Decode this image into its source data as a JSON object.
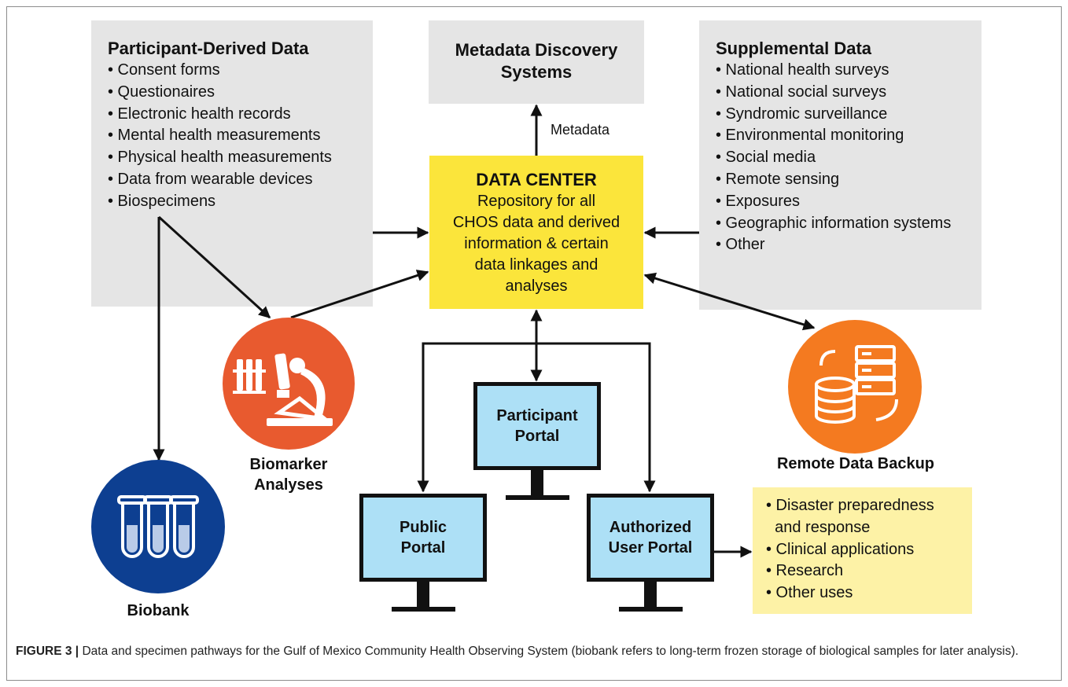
{
  "participant": {
    "title": "Participant-Derived Data",
    "items": [
      "• Consent forms",
      "• Questionaires",
      "• Electronic health records",
      "• Mental health measurements",
      "• Physical health measurements",
      "• Data from wearable devices",
      "• Biospecimens"
    ]
  },
  "metadata_systems": {
    "line1": "Metadata Discovery",
    "line2": "Systems"
  },
  "metadata_label": "Metadata",
  "supplemental": {
    "title": "Supplemental Data",
    "items": [
      "• National health surveys",
      "• National social surveys",
      "• Syndromic surveillance",
      "• Environmental monitoring",
      "• Social media",
      "• Remote sensing",
      "• Exposures",
      "• Geographic information systems",
      "• Other"
    ]
  },
  "data_center": {
    "title": "DATA CENTER",
    "lines": [
      "Repository for all",
      "CHOS data and derived",
      "information & certain",
      "data linkages and",
      "analyses"
    ]
  },
  "biomarker": {
    "line1": "Biomarker",
    "line2": "Analyses"
  },
  "biobank": {
    "label": "Biobank"
  },
  "remote_backup": {
    "label": "Remote Data Backup"
  },
  "portals": {
    "participant": {
      "line1": "Participant",
      "line2": "Portal"
    },
    "public": {
      "line1": "Public",
      "line2": "Portal"
    },
    "authorized": {
      "line1": "Authorized",
      "line2": "User Portal"
    }
  },
  "uses": {
    "items": [
      "• Disaster preparedness",
      "  and response",
      "• Clinical applications",
      "• Research",
      "• Other uses"
    ]
  },
  "caption": {
    "label": "FIGURE 3 |",
    "text": " Data and specimen pathways for the Gulf of Mexico Community Health Observing System (biobank refers to long-term frozen storage of biological samples for later analysis)."
  },
  "colors": {
    "grey_box": "#e5e5e5",
    "data_center": "#fbe53b",
    "uses_box": "#fdf2a6",
    "biomarker_circle": "#e85a2f",
    "biobank_circle": "#0d3f91",
    "backup_circle": "#f47a20",
    "monitor_screen": "#ade0f6"
  },
  "icons": [
    "microscope-icon",
    "test-tubes-icon",
    "database-server-icon",
    "monitor-icon"
  ]
}
